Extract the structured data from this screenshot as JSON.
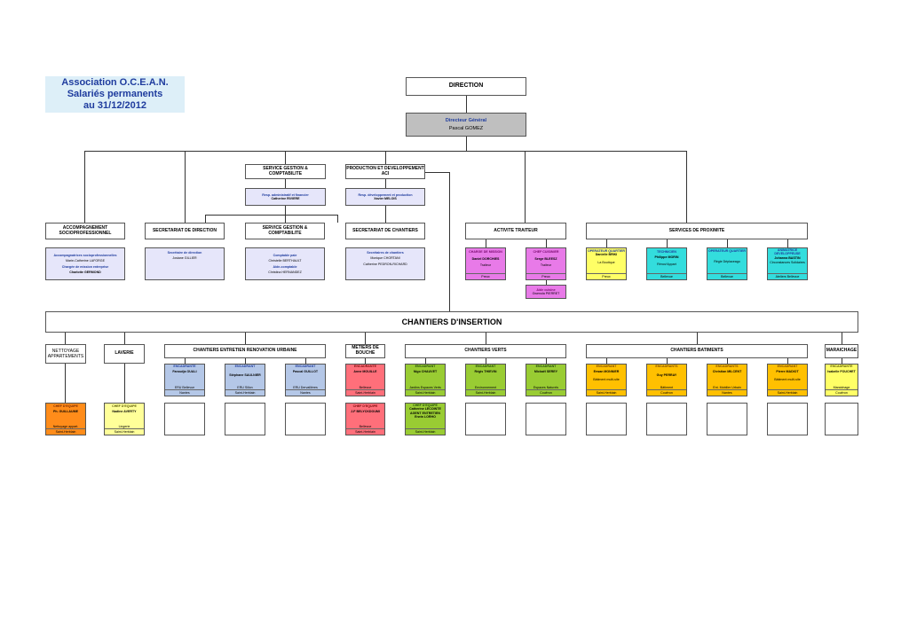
{
  "title": {
    "lines": [
      "Association O.C.E.A.N.",
      "Salariés permanents",
      "au 31/12/2012"
    ]
  },
  "direction": {
    "header": "DIRECTION",
    "role": "Directeur Général",
    "name": "Pascal GOMEZ"
  },
  "mid_services": {
    "gestion": {
      "header": "SERVICE GESTION & COMPTABILITE",
      "role": "Resp. administratif et financier",
      "name": "Catherine RIVIERE"
    },
    "production": {
      "header": "PRODUCTION ET DEVELOPPEMENT ACI",
      "role": "Resp. développement et production",
      "name": "Xavier MELOIS"
    }
  },
  "departments": [
    {
      "header": "ACCOMPAGNEMENT SOCIOPROFESSIONNEL",
      "lines": [
        [
          "Accompagnatrices socioprofessionnelles",
          "blue"
        ],
        [
          "Marie-Catherine LAFORGE",
          ""
        ],
        [
          "Chargée de mission entreprise",
          "blue"
        ],
        [
          "Charlotte GERMOND",
          ""
        ]
      ]
    },
    {
      "header": "SECRETARIAT DE DIRECTION",
      "lines": [
        [
          "Secrétaire de direction",
          "blue"
        ],
        [
          "Josiane GILLIER",
          ""
        ]
      ]
    },
    {
      "header": "SERVICE GESTION & COMPTABILITE",
      "lines": [
        [
          "Comptable paie",
          "blue"
        ],
        [
          "Christelle BERTHAULT",
          ""
        ],
        [
          "Aide-comptable",
          "blue"
        ],
        [
          "Christina HERNANDEZ",
          ""
        ]
      ]
    },
    {
      "header": "SECRETARIAT DE CHANTIERS",
      "lines": [
        [
          "Secrétaires de chantiers",
          "blue"
        ],
        [
          "Monique CHORTANI",
          ""
        ],
        [
          "Catherine PEDRON-RICHARD",
          ""
        ]
      ]
    }
  ],
  "traiteur": {
    "header": "ACTIVITE TRAITEUR",
    "staff": [
      {
        "role": "CHARGE DE MISSION",
        "name": "Daniel DORCHIES",
        "detail": "Traiteur",
        "site": "Preux"
      },
      {
        "role": "CHEF CUISINIER",
        "name": "Serge BLEESZ",
        "detail": "Traiteur",
        "site": "Preux"
      }
    ],
    "aide": {
      "role": "Aide cuisine",
      "name": "Gwenola PIERRET"
    }
  },
  "proximite": {
    "header": "SERVICES DE PROXIMITE",
    "staff": [
      {
        "role": "OPERATEUR QUARTIER",
        "name": "Danielle BRIKI",
        "detail": "La Boutique",
        "site": "Preux"
      },
      {
        "role": "TECHNICIEN",
        "name": "Philippe MORIN",
        "detail": "Rénov'Appart",
        "site": "Bellevue"
      },
      {
        "role": "OPERATEUR QUARTIER",
        "name": "",
        "detail": "Régie Déplaceago",
        "site": "Bellevue"
      },
      {
        "role": "ANIMATRICE DEVELOPPEUSE",
        "name": "Johanna BASTIN",
        "detail": "Circonstances Solidaires",
        "site": "Ateliers Bellevue"
      }
    ]
  },
  "chantiers": {
    "header": "CHANTIERS D'INSERTION",
    "categories": [
      {
        "label": "NETTOYAGE APPARTEMENTS"
      },
      {
        "label": "LAVERIE"
      },
      {
        "label": "CHANTIERS ENTRETIEN RENOVATION URBAINE"
      },
      {
        "label": "METIERS DE BOUCHE"
      },
      {
        "label": "CHANTIERS VERTS"
      },
      {
        "label": "CHANTIERS BATIMENTS"
      },
      {
        "label": "MARAICHAGE"
      }
    ],
    "encadrants": [
      {
        "role": "ENCADRANTE",
        "name": "Faroudja OUALI",
        "detail": "ERU Bellevue",
        "site": "Nantes"
      },
      {
        "role": "ENCADRANT",
        "name": "Stéphane SAULNIER",
        "detail": "ERU Sillon",
        "site": "Saint-Herblain"
      },
      {
        "role": "ENCADRANT",
        "name": "Pascal GUILLOT",
        "detail": "ERU Dervallières",
        "site": "Nantes"
      },
      {
        "role": "ENCADRANTE",
        "name": "Anne MOUILLE",
        "detail": "Bellevue",
        "site": "Saint-Herblain"
      },
      {
        "role": "ENCADRANT",
        "name": "Nigo CHAUVET",
        "detail": "Jardins Espaces Verts",
        "site": "Saint-Herblain"
      },
      {
        "role": "ENCADRANT",
        "name": "Régis THIEVIN",
        "detail": "Environnement",
        "site": "Saint-Herblain"
      },
      {
        "role": "ENCADRANT",
        "name": "Mickaël SEREY",
        "detail": "Espaces Naturels",
        "site": "Couëron"
      },
      {
        "role": "ENCADRANT",
        "name": "Erwan MONNIER",
        "detail": "Bâtiment multi-site",
        "site": "Saint-Herblain"
      },
      {
        "role": "ENCADRANTS",
        "name": "Guy PERRAY",
        "detail": "Bâtiment",
        "site": "Couëron"
      },
      {
        "role": "ENCADRANTS",
        "name": "Christian MILCENT",
        "detail": "Ent. Mobilier Urbain",
        "site": "Nantes"
      },
      {
        "role": "ENCADRANT",
        "name": "Pierre MADIOT",
        "detail": "Bâtiment multi-site",
        "site": "Saint-Herblain"
      },
      {
        "role": "ENCADRANTE",
        "name": "Isabelle FOUCHET",
        "detail": "Maraichage",
        "site": "Couëron"
      }
    ],
    "chefs": [
      {
        "role": "CHEF D'EQUIPE",
        "name": "Ph. GUILLAUME",
        "detail": "Nettoyage appart.",
        "site": "Saint-Herblain"
      },
      {
        "role": "CHEF D'EQUIPE",
        "name": "Nadine AVERTY",
        "detail": "Lingerie",
        "site": "Saint-Herblain"
      },
      {
        "role": "CHEF D'EQUIPE",
        "name": "J-F BELYCKDOUMI",
        "detail": "Bellevue",
        "site": "Saint-Herblain"
      },
      {
        "role": "CHEF D'EQUIPE",
        "name": "Catherine LECOINTE",
        "detail": "AGENT ENTRETIEN",
        "site": "Saint-Herblain",
        "extra": "Erwin LORHO"
      }
    ]
  },
  "colors": {
    "title_bg": "#ddeff8",
    "director_bg": "#bfbfbf",
    "lavender": "#e6e6fa",
    "blue_text": "#1f3c9e",
    "magenta": "#e87ae8",
    "yellow": "#ffff66",
    "cyan": "#33dddd",
    "light_blue": "#b4c7e7",
    "red": "#ff6f7a",
    "green": "#99cc33",
    "orange": "#ffc000",
    "dark_orange": "#ff8c1a",
    "pale_yellow": "#ffff99"
  }
}
